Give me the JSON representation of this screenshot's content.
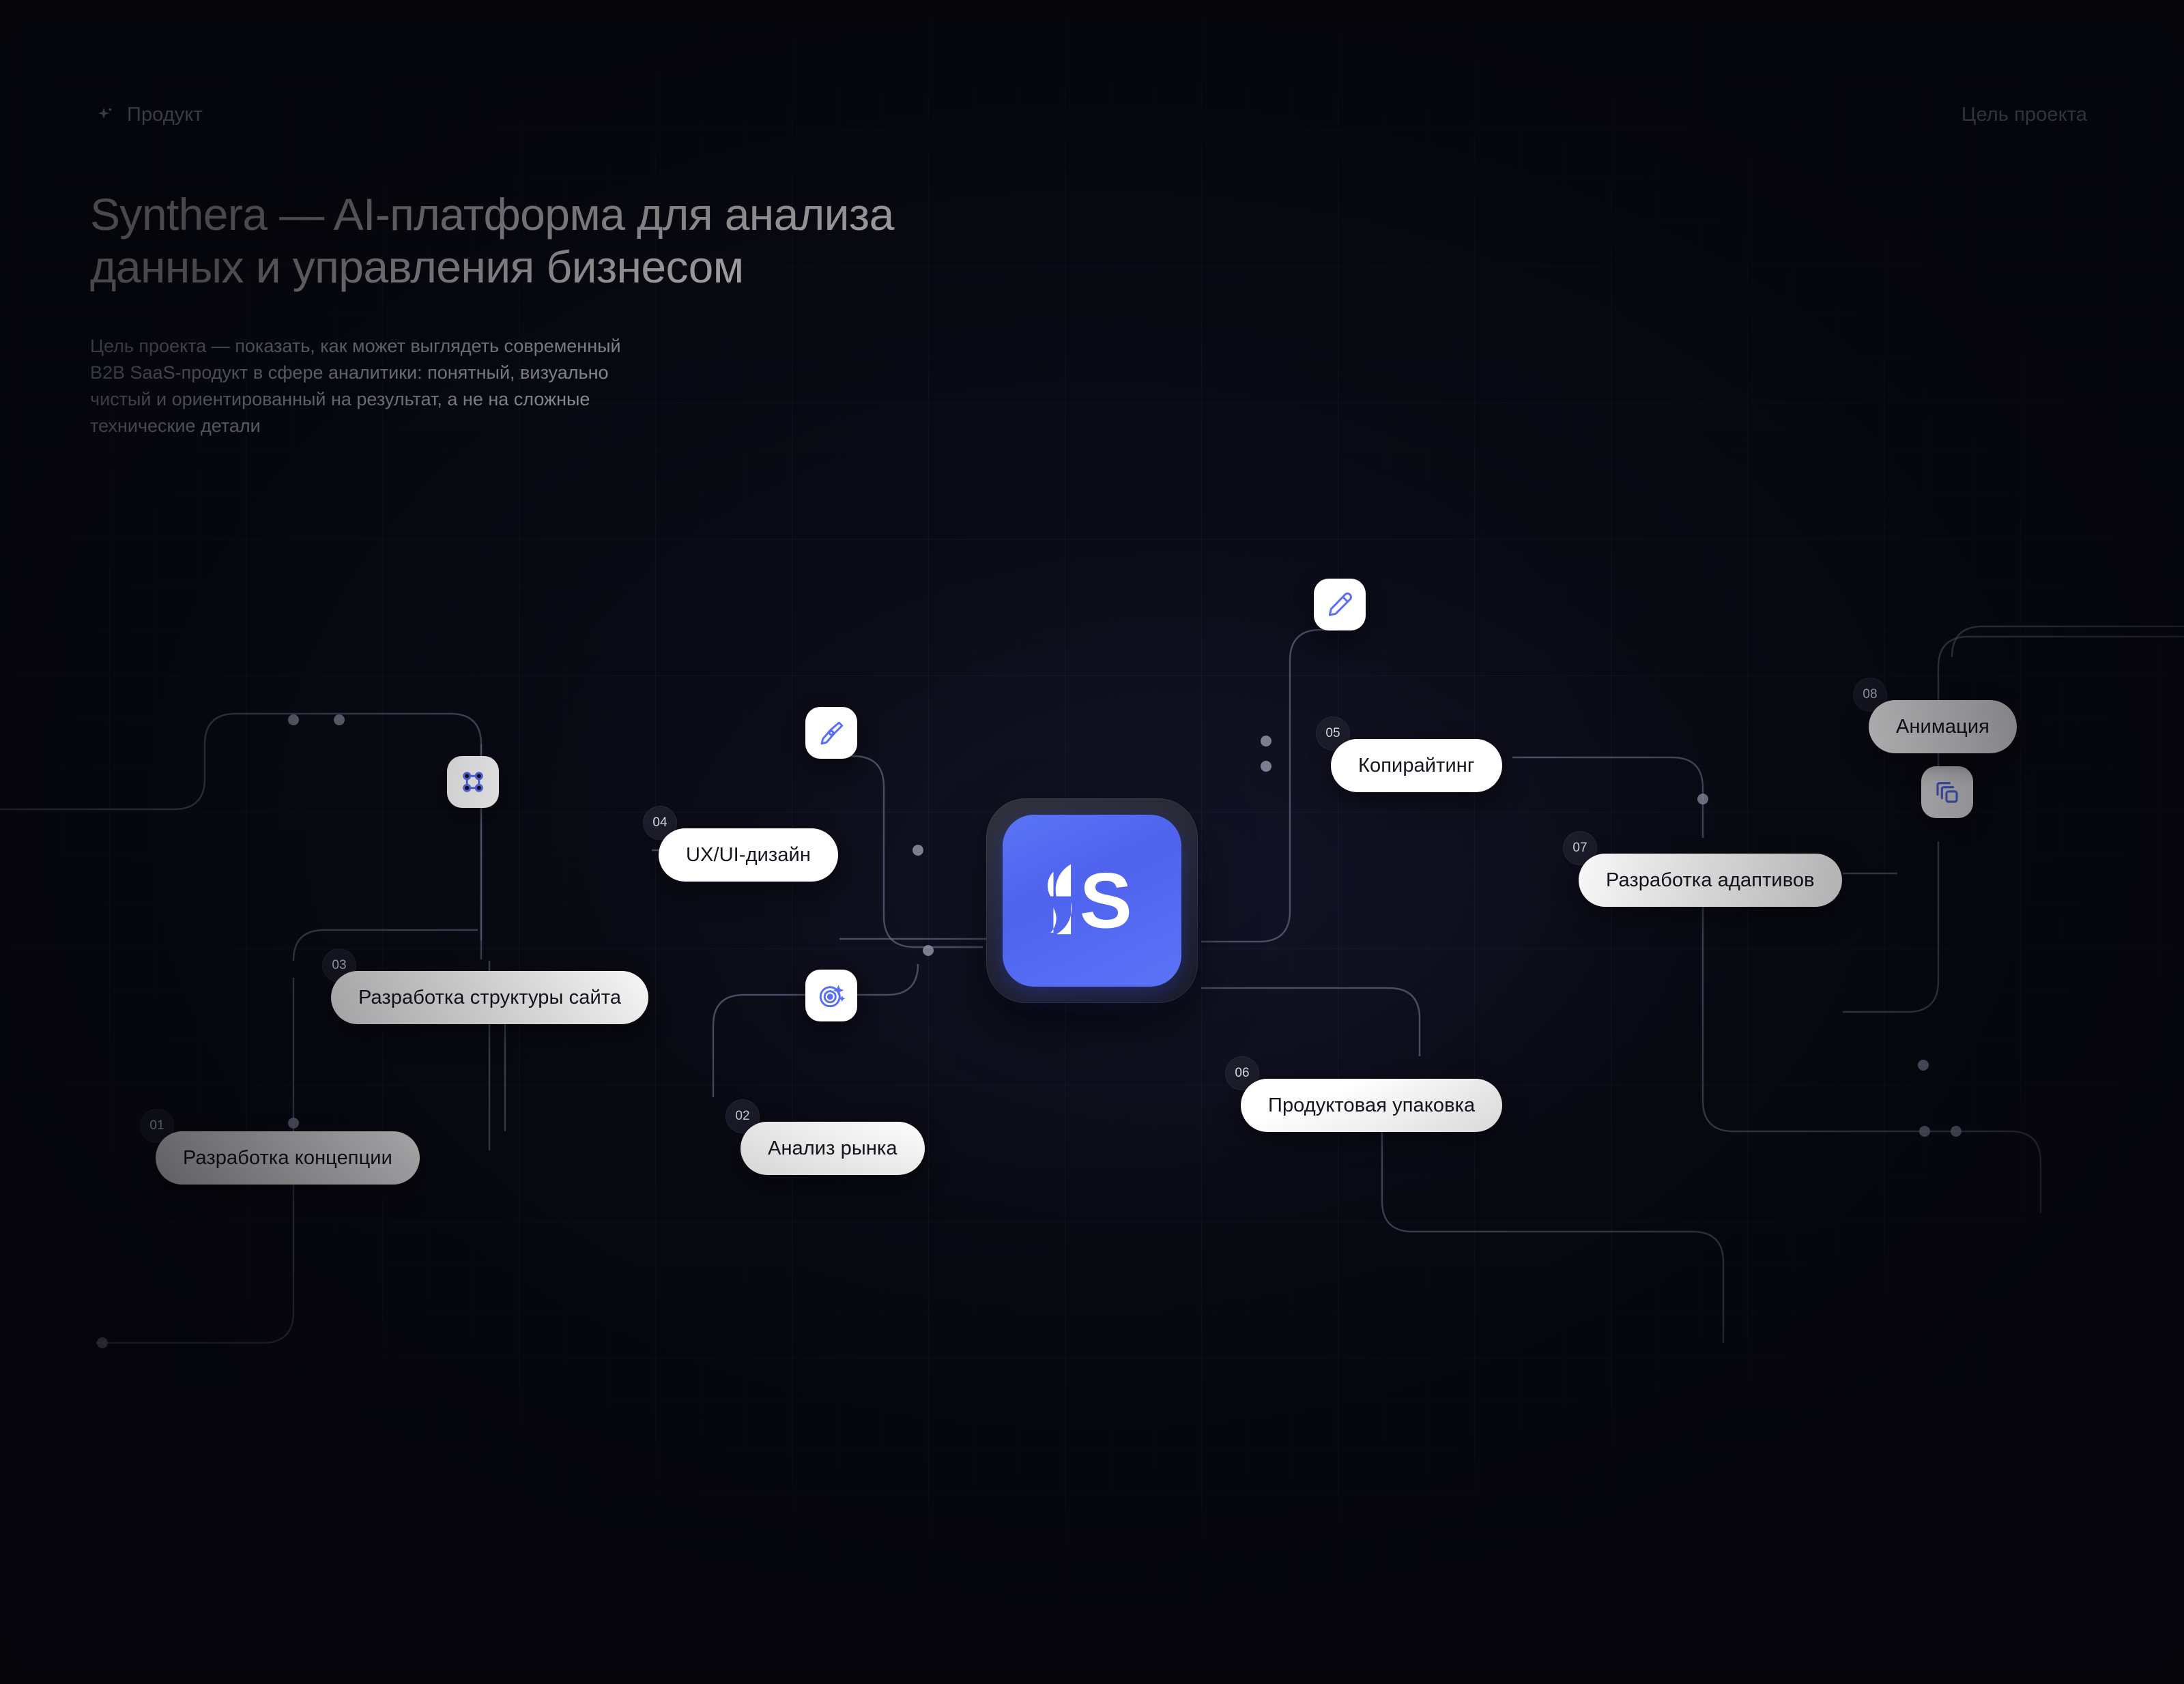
{
  "header": {
    "brand_label": "Продукт",
    "brand_icon": "sparkle-icon",
    "nav_right_label": "Цель проекта"
  },
  "hero": {
    "title": "Synthera — AI-платформа для анализа\nданных и управления бизнесом",
    "description": "Цель проекта — показать, как может выглядеть современный\nB2B SaaS-продукт в сфере аналитики: понятный, визуально\nчистый и ориентированный на результат, а не на сложные\nтехнические детали"
  },
  "diagram": {
    "center_logo": {
      "name": "synthera-logo",
      "letter": "S",
      "tile_color": "#5468f2",
      "bezel_color": "#26262f"
    },
    "steps": [
      {
        "number": "01",
        "label": "Разработка концепции"
      },
      {
        "number": "02",
        "label": "Анализ рынка"
      },
      {
        "number": "03",
        "label": "Разработка структуры сайта"
      },
      {
        "number": "04",
        "label": "UX/UI-дизайн"
      },
      {
        "number": "05",
        "label": "Копирайтинг"
      },
      {
        "number": "06",
        "label": "Продуктовая упаковка"
      },
      {
        "number": "07",
        "label": "Разработка адаптивов"
      },
      {
        "number": "08",
        "label": "Анимация"
      }
    ],
    "icon_tiles": [
      {
        "name": "frame-nodes-icon"
      },
      {
        "name": "pen-nib-icon"
      },
      {
        "name": "target-sparkle-icon"
      },
      {
        "name": "pencil-edit-icon"
      },
      {
        "name": "layers-copy-icon"
      }
    ]
  },
  "colors": {
    "background": "#0a0a14",
    "accent": "#5468f2",
    "chip_background": "#ffffff",
    "wire": "#6e7490"
  }
}
